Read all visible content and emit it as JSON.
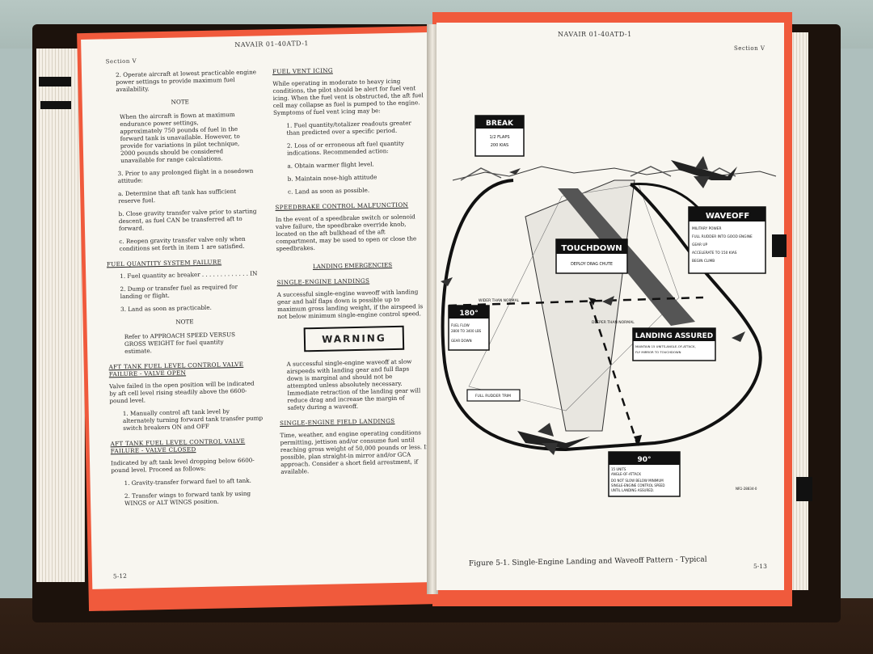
{
  "left_page": {
    "header_center": "NAVAIR 01-40ATD-1",
    "header_left": "Section V",
    "page_number": "5-12",
    "col1": {
      "item2": "2. Operate aircraft at lowest practicable engine power settings to provide maximum fuel availability.",
      "note1_title": "NOTE",
      "note1_text": "When the aircraft is flown at maximum endurance power settings, approximately 750 pounds of fuel in the forward tank is unavailable. However, to provide for variations in pilot technique, 2000 pounds should be considered unavailable for range calculations.",
      "item3": "3. Prior to any prolonged flight in a nosedown attitude:",
      "item3a": "a. Determine that aft tank has sufficient reserve fuel.",
      "item3b": "b. Close gravity transfer valve prior to starting descent, as fuel CAN be transferred aft to forward.",
      "item3c": "c. Reopen gravity transfer valve only when conditions set forth in item 1 are satisfied.",
      "fqsf_title": "FUEL QUANTITY SYSTEM FAILURE",
      "fqsf_1": "1. Fuel quantity ac breaker . . . . . . . . . . . . . IN",
      "fqsf_2": "2. Dump or transfer fuel as required for landing or flight.",
      "fqsf_3": "3. Land as soon as practicable.",
      "note2_title": "NOTE",
      "note2_text": "Refer to APPROACH SPEED VERSUS GROSS WEIGHT for fuel quantity estimate.",
      "open_title": "AFT TANK FUEL LEVEL CONTROL VALVE FAILURE - VALVE OPEN",
      "open_text": "Valve failed in the open position will be indicated by aft cell level rising steadily above the 6600-pound level.",
      "open_1": "1. Manually control aft tank level by alternately turning forward tank transfer pump switch breakers ON and OFF",
      "closed_title": "AFT TANK FUEL LEVEL CONTROL VALVE FAILURE - VALVE CLOSED",
      "closed_text": "Indicated by aft tank level dropping below 6600-pound level. Proceed as follows:",
      "closed_1": "1. Gravity-transfer forward fuel to aft tank.",
      "closed_2": "2. Transfer wings to forward tank by using WINGS or ALT WINGS position."
    },
    "col2": {
      "fvi_title": "FUEL VENT ICING",
      "fvi_text": "While operating in moderate to heavy icing conditions, the pilot should be alert for fuel vent icing. When the fuel vent is obstructed, the aft fuel cell may collapse as fuel is pumped to the engine. Symptoms of fuel vent icing may be:",
      "fvi_1": "1. Fuel quantity/totalizer readouts greater than predicted over a specific period.",
      "fvi_2": "2. Loss of or erroneous aft fuel quantity indications. Recommended action:",
      "fvi_a": "a. Obtain warmer flight level.",
      "fvi_b": "b. Maintain nose-high attitude",
      "fvi_c": "c. Land as soon as possible.",
      "sbcm_title": "SPEEDBRAKE CONTROL MALFUNCTION",
      "sbcm_text": "In the event of a speedbrake switch or solenoid valve failure, the speedbrake override knob, located on the aft bulkhead of the aft compartment, may be used to open or close the speedbrakes.",
      "le_title": "LANDING EMERGENCIES",
      "sel_title": "SINGLE-ENGINE LANDINGS",
      "sel_text": "A successful single-engine waveoff with landing gear and half flaps down is possible up to maximum gross landing weight, if the airspeed is not below minimum single-engine control speed.",
      "warning_label": "WARNING",
      "warning_text": "A successful single-engine waveoff at slow airspeeds with landing gear and full flaps down is marginal and should not be attempted unless absolutely necessary. Immediate retraction of the landing gear will reduce drag and increase the margin of safety during a waveoff.",
      "sefl_title": "SINGLE-ENGINE FIELD LANDINGS",
      "sefl_text": "Time, weather, and engine operating conditions permitting, jettison and/or consume fuel until reaching gross weight of 50,000 pounds or less. If possible, plan straight-in mirror and/or GCA approach. Consider a short field arrestment, if available."
    }
  },
  "right_page": {
    "header_center": "NAVAIR 01-40ATD-1",
    "header_right": "Section V",
    "page_number": "5-13",
    "caption": "Figure 5-1. Single-Engine Landing and Waveoff Pattern - Typical",
    "figure_code": "NR1-28834-0",
    "diagram": {
      "break_title": "BREAK",
      "break_1": "1/2 FLAPS",
      "break_2": "200 KIAS",
      "waveoff_title": "WAVEOFF",
      "waveoff_1": "MILITARY POWER",
      "waveoff_2": "FULL RUDDER INTO GOOD ENGINE",
      "waveoff_3": "GEAR UP",
      "waveoff_4": "ACCELERATE TO 150 KIAS",
      "waveoff_5": "BEGIN CLIMB",
      "touchdown_title": "TOUCHDOWN",
      "touchdown_1": "DEPLOY DRAG CHUTE",
      "wider": "WIDER THAN NORMAL",
      "deg180_title": "180°",
      "deg180_1": "FUEL FLOW",
      "deg180_2": "2800 TO 3400 LBS",
      "deg180_3": "GEAR DOWN",
      "deeper": "DEEPER THAN NORMAL",
      "assured_title": "LANDING ASSURED",
      "assured_1": "MAINTAIN 15 UNITS-ANGLE-OF-ATTACK,",
      "assured_2": "FLY MIRROR TO TOUCHDOWN",
      "rudder": "FULL RUDDER TRIM",
      "deg90_title": "90°",
      "deg90_1": "15 UNITS",
      "deg90_2": "ANGLE-OF-ATTACK",
      "deg90_3": "DO NOT SLOW BELOW MINIMUM",
      "deg90_4": "SINGLE-ENGINE CONTROL SPEED",
      "deg90_5": "UNTIL LANDING ASSURED."
    }
  }
}
